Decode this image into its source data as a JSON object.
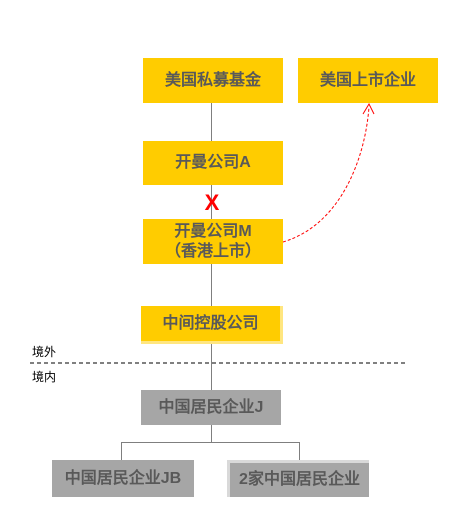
{
  "nodes": {
    "us_pe_fund": "美国私募基金",
    "us_listed": "美国上市企业",
    "kaiman_a": "开曼公司A",
    "kaiman_m_line1": "开曼公司M",
    "kaiman_m_line2": "（香港上市）",
    "holding": "中间控股公司",
    "china_j": "中国居民企业J",
    "china_jb": "中国居民企业JB",
    "china_two": "2家中国居民企业"
  },
  "regions": {
    "offshore": "境外",
    "onshore": "境内"
  },
  "marks": {
    "cut": "X"
  },
  "colors": {
    "entity_fill": "#ffcc00",
    "domestic_fill": "#a6a6a6",
    "text": "#595959",
    "connector": "#7f7f7f",
    "cut_mark": "#ff0000",
    "listing_arrow": "#ff0000"
  }
}
